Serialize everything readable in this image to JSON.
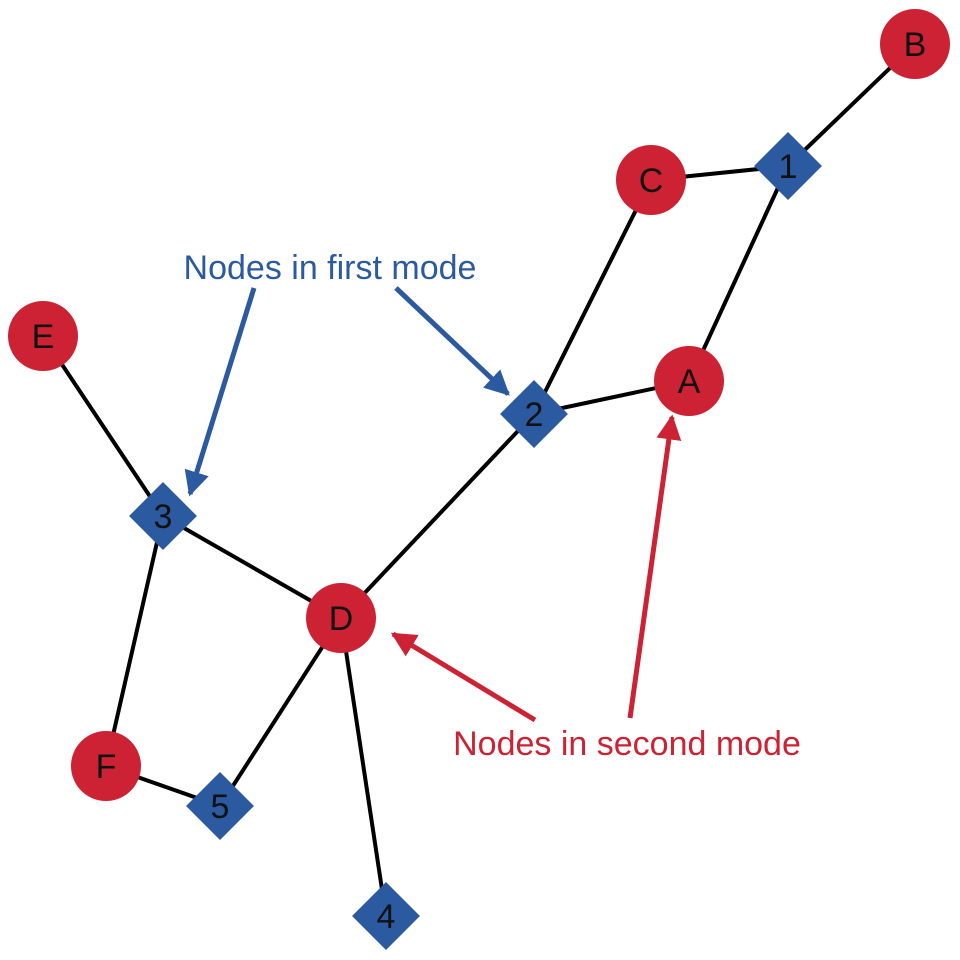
{
  "colors": {
    "first_mode": "#2b5aa0",
    "second_mode": "#cc2233",
    "edge": "#000000",
    "label": "#111111"
  },
  "annotations": {
    "first_mode_label": "Nodes in first mode",
    "second_mode_label": "Nodes in second mode"
  },
  "nodes": {
    "first_mode": [
      "1",
      "2",
      "3",
      "4",
      "5"
    ],
    "second_mode": [
      "A",
      "B",
      "C",
      "D",
      "E",
      "F"
    ]
  },
  "edges": [
    [
      "B",
      "1"
    ],
    [
      "C",
      "1"
    ],
    [
      "A",
      "1"
    ],
    [
      "C",
      "2"
    ],
    [
      "A",
      "2"
    ],
    [
      "D",
      "2"
    ],
    [
      "E",
      "3"
    ],
    [
      "D",
      "3"
    ],
    [
      "F",
      "3"
    ],
    [
      "D",
      "5"
    ],
    [
      "F",
      "5"
    ],
    [
      "D",
      "4"
    ]
  ]
}
